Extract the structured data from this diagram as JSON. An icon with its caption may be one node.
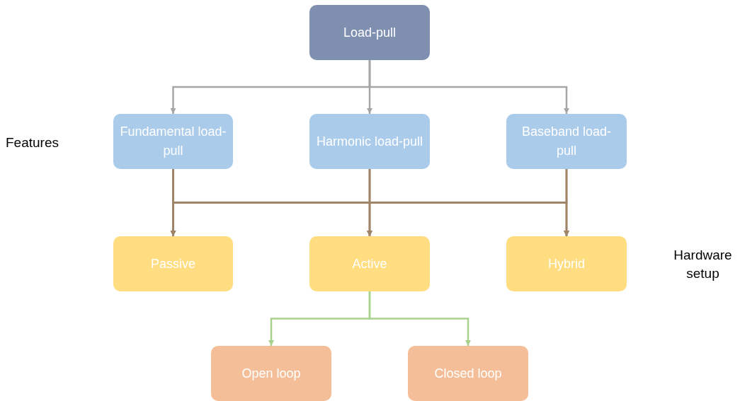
{
  "diagram": {
    "nodes": [
      {
        "text": [
          "Load-pull"
        ]
      },
      {
        "text": [
          "Fundamental load-pull"
        ]
      },
      {
        "text": [
          "Harmonic load-pull"
        ]
      },
      {
        "text": [
          "Baseband load-pull"
        ]
      },
      {
        "text": [
          "Passive"
        ]
      },
      {
        "text": [
          "Active"
        ]
      },
      {
        "text": [
          "Hybrid"
        ]
      },
      {
        "text": [
          "Open loop"
        ]
      },
      {
        "text": [
          "Closed loop"
        ]
      }
    ],
    "edges": [
      {
        "from": 0,
        "to": 1,
        "arrow": "to",
        "color": "#a6a6a6"
      },
      {
        "from": 0,
        "to": 2,
        "arrow": "to",
        "color": "#a6a6a6"
      },
      {
        "from": 0,
        "to": 3,
        "arrow": "to",
        "color": "#a6a6a6"
      },
      {
        "from": 1,
        "to": 4,
        "arrow": "to"
      },
      {
        "from": 1,
        "to": 5,
        "arrow": "to"
      },
      {
        "from": 1,
        "to": 6,
        "arrow": "to"
      },
      {
        "from": 2,
        "to": 4,
        "arrow": "to"
      },
      {
        "from": 2,
        "to": 5,
        "arrow": "to"
      },
      {
        "from": 2,
        "to": 6,
        "arrow": "to"
      },
      {
        "from": 3,
        "to": 4,
        "arrow": "to"
      },
      {
        "from": 3,
        "to": 5,
        "arrow": "to"
      },
      {
        "from": 3,
        "to": 6,
        "arrow": "to"
      },
      {
        "from": 5,
        "to": 7,
        "arrow": "to",
        "color": "#a9d18e"
      },
      {
        "from": 5,
        "to": 8,
        "arrow": "to",
        "color": "#a9d18e"
      }
    ],
    "labels": [
      "Features",
      "Hardware setup"
    ]
  }
}
